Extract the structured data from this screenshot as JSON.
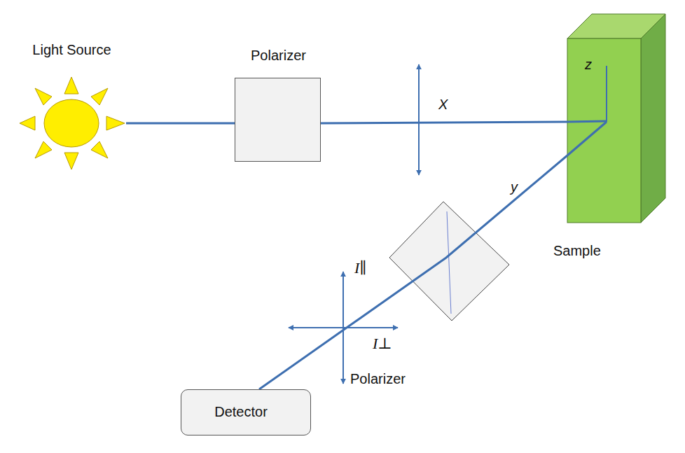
{
  "diagram": {
    "nodes": [
      {
        "text": [
          "Light Source"
        ]
      },
      {
        "text": [
          "Polarizer"
        ]
      },
      {
        "text": [
          "z",
          "Sample"
        ]
      },
      {
        "text": [
          "Detector"
        ]
      }
    ],
    "edges": [
      {
        "from": 0,
        "to": 1,
        "arrow": "none"
      },
      {
        "from": 1,
        "to": 2,
        "arrow": "none"
      },
      {
        "from": 2,
        "to": 3,
        "arrow": "none"
      }
    ],
    "labels": [
      "X",
      "y",
      "I∥",
      "I⊥",
      "Polarizer"
    ]
  }
}
